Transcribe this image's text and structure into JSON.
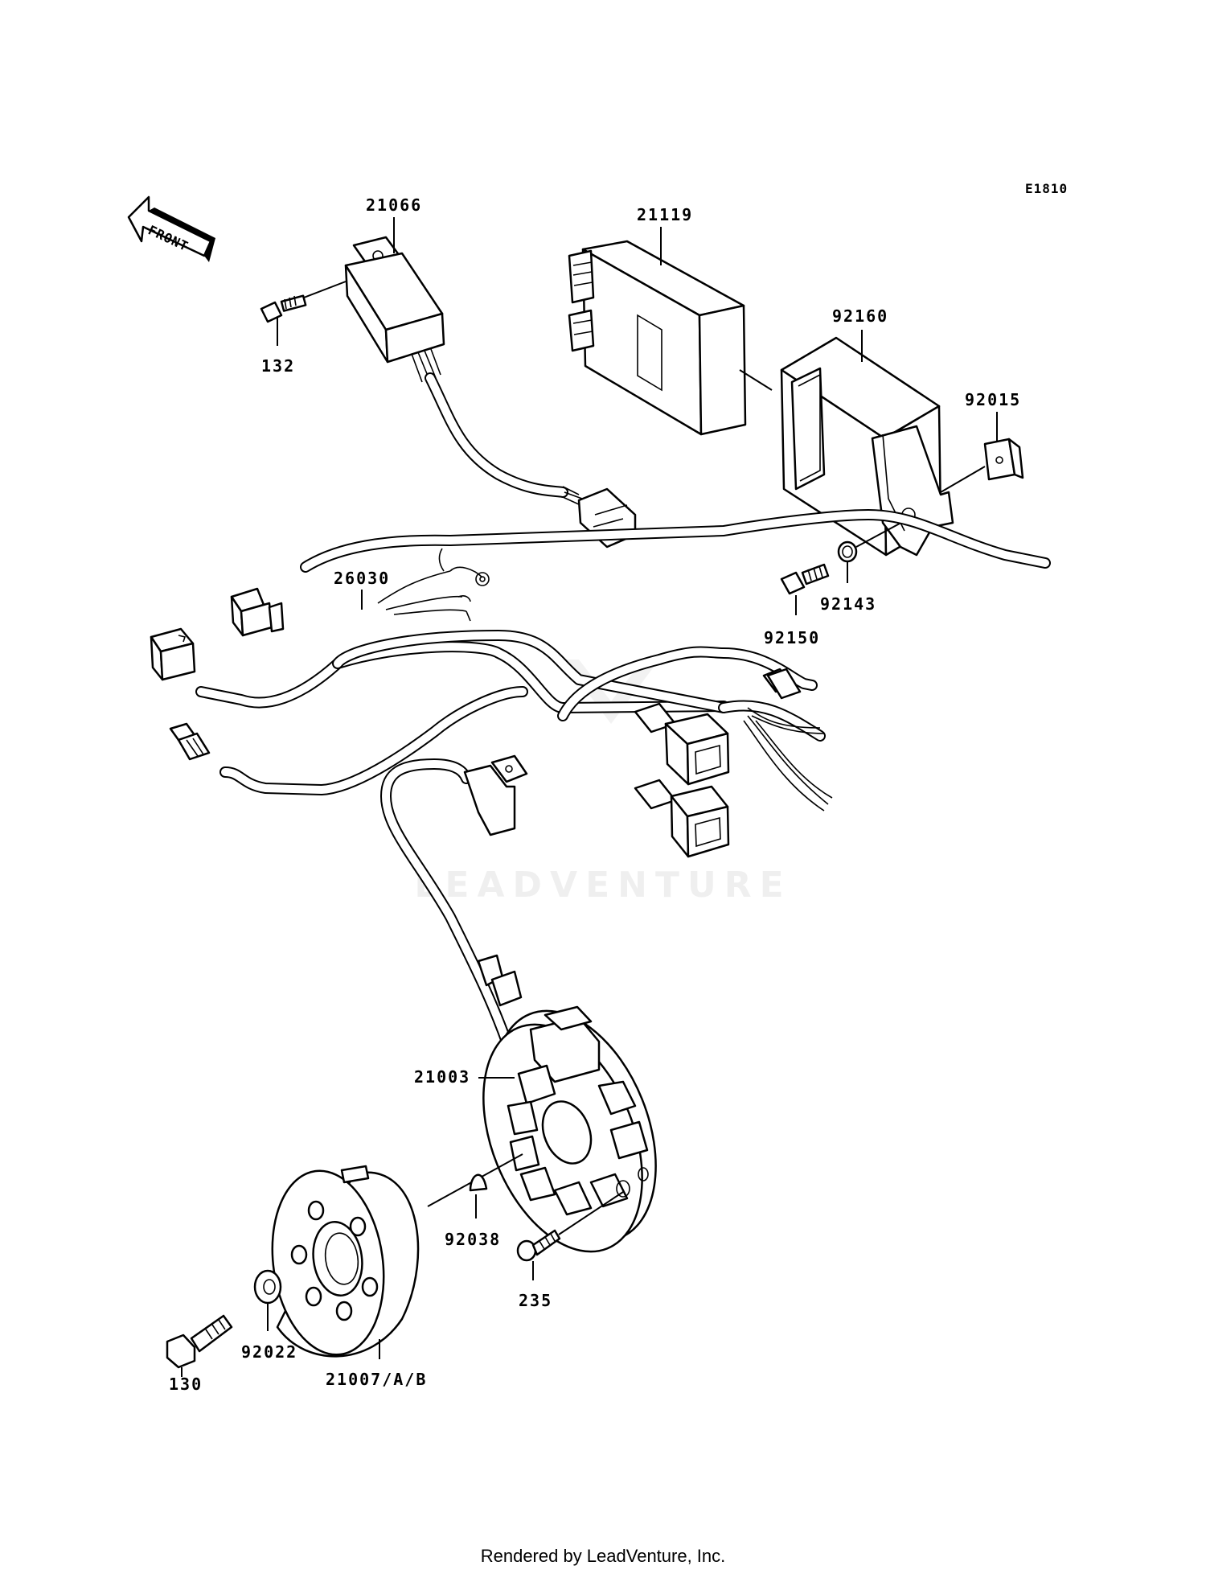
{
  "diagram_code": "E1810",
  "front_label": "FRONT",
  "watermark": "LEADVENTURE",
  "footer": "Rendered by LeadVenture, Inc.",
  "parts": {
    "p21066": "21066",
    "p132": "132",
    "p21119": "21119",
    "p92160": "92160",
    "p92015": "92015",
    "p92143": "92143",
    "p92150": "92150",
    "p26030": "26030",
    "p21003": "21003",
    "p92038": "92038",
    "p235": "235",
    "p92022": "92022",
    "p130": "130",
    "p21007": "21007/A/B"
  }
}
